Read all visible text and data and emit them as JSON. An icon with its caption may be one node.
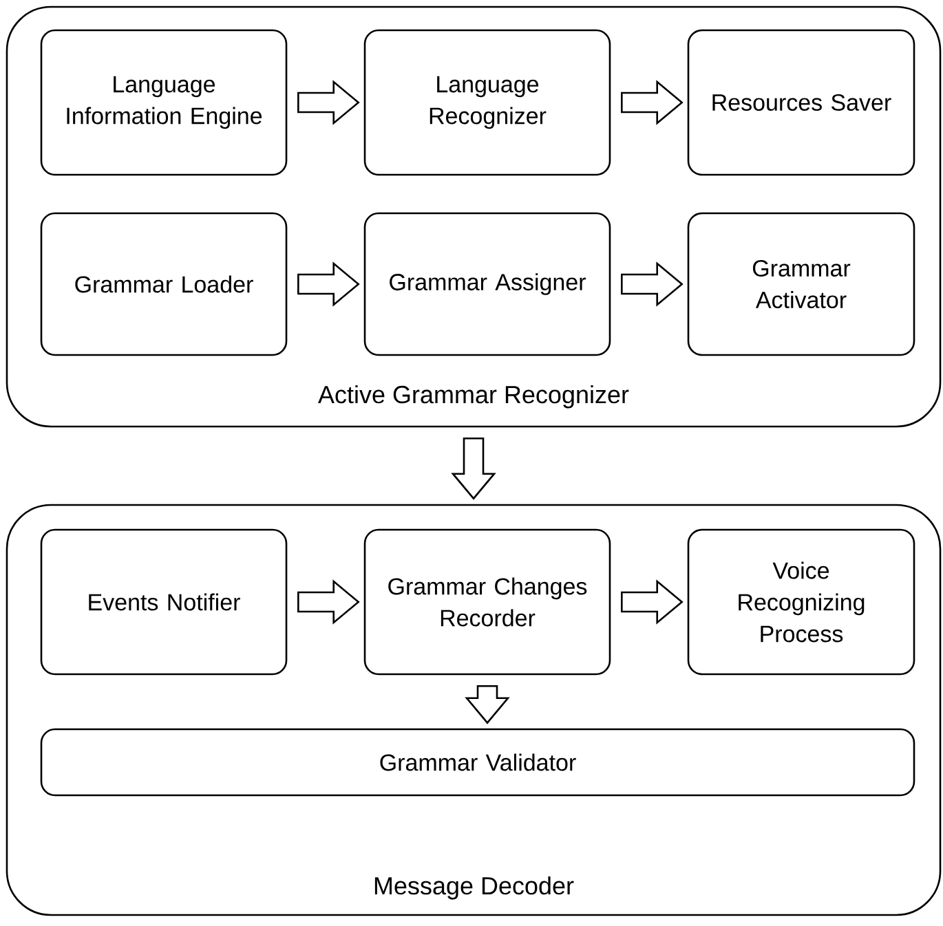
{
  "diagram": {
    "nodes": [
      {
        "text": [
          "Active Grammar  Recognizer"
        ]
      },
      {
        "text": [
          "Language Information Engine"
        ],
        "in": 0
      },
      {
        "text": [
          "Language Recognizer"
        ],
        "in": 0
      },
      {
        "text": [
          "Resources Saver"
        ],
        "in": 0
      },
      {
        "text": [
          "Grammar Loader"
        ],
        "in": 0
      },
      {
        "text": [
          "Grammar Assigner"
        ],
        "in": 0
      },
      {
        "text": [
          "Grammar Activator"
        ],
        "in": 0
      },
      {
        "text": [
          "Message Decoder"
        ]
      },
      {
        "text": [
          "Events Notifier"
        ],
        "in": 7
      },
      {
        "text": [
          "Grammar Changes Recorder"
        ],
        "in": 7
      },
      {
        "text": [
          "Voice Recognizing Process"
        ],
        "in": 7
      },
      {
        "text": [
          "Grammar Validator"
        ],
        "in": 7
      }
    ],
    "edges": [
      {
        "from": 1,
        "to": 2,
        "arrow": "to"
      },
      {
        "from": 2,
        "to": 3,
        "arrow": "to"
      },
      {
        "from": 4,
        "to": 5,
        "arrow": "to"
      },
      {
        "from": 5,
        "to": 6,
        "arrow": "to"
      },
      {
        "from": 0,
        "to": 7,
        "arrow": "to"
      },
      {
        "from": 8,
        "to": 9,
        "arrow": "to"
      },
      {
        "from": 9,
        "to": 10,
        "arrow": "to"
      },
      {
        "from": 9,
        "to": 11,
        "arrow": "to"
      }
    ]
  }
}
